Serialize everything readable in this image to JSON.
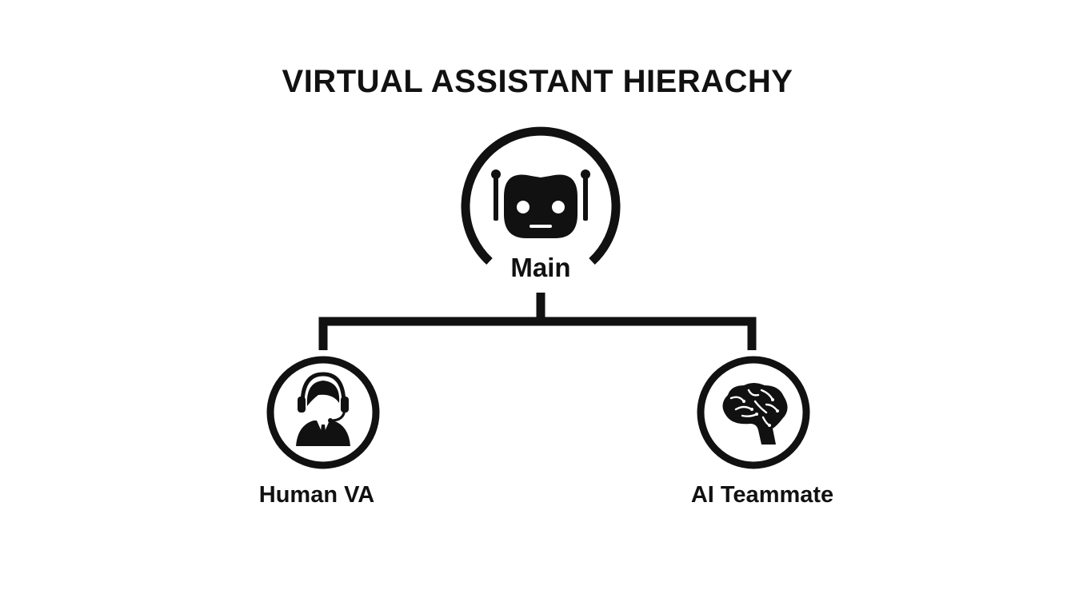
{
  "title": "VIRTUAL ASSISTANT HIERACHY",
  "colors": {
    "ink": "#111111",
    "background": "#ffffff"
  },
  "nodes": {
    "main": {
      "label": "Main",
      "icon": "robot-icon"
    },
    "human": {
      "label": "Human VA",
      "icon": "headset-person-icon"
    },
    "ai": {
      "label": "AI Teammate",
      "icon": "brain-circuit-icon"
    }
  }
}
